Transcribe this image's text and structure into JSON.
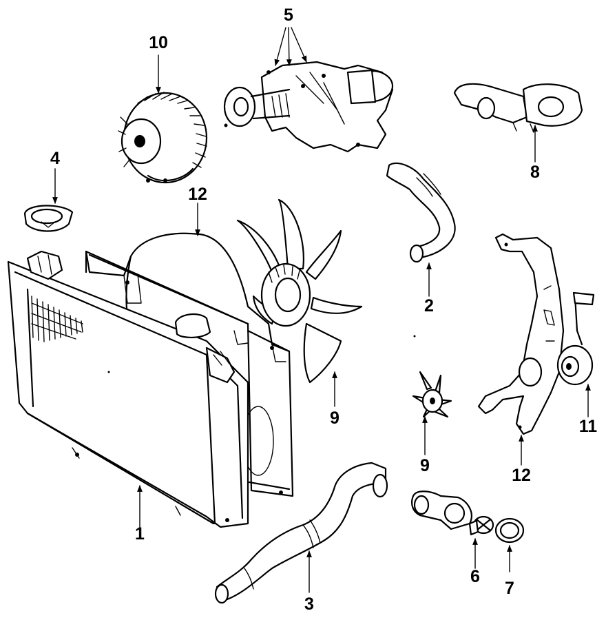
{
  "callouts": [
    {
      "id": "c1",
      "text": "1"
    },
    {
      "id": "c2",
      "text": "2"
    },
    {
      "id": "c3",
      "text": "3"
    },
    {
      "id": "c4",
      "text": "4"
    },
    {
      "id": "c5",
      "text": "5"
    },
    {
      "id": "c6",
      "text": "6"
    },
    {
      "id": "c7",
      "text": "7"
    },
    {
      "id": "c8",
      "text": "8"
    },
    {
      "id": "c9a",
      "text": "9"
    },
    {
      "id": "c9b",
      "text": "9"
    },
    {
      "id": "c10",
      "text": "10"
    },
    {
      "id": "c11",
      "text": "11"
    },
    {
      "id": "c12a",
      "text": "12"
    },
    {
      "id": "c12b",
      "text": "12"
    }
  ]
}
